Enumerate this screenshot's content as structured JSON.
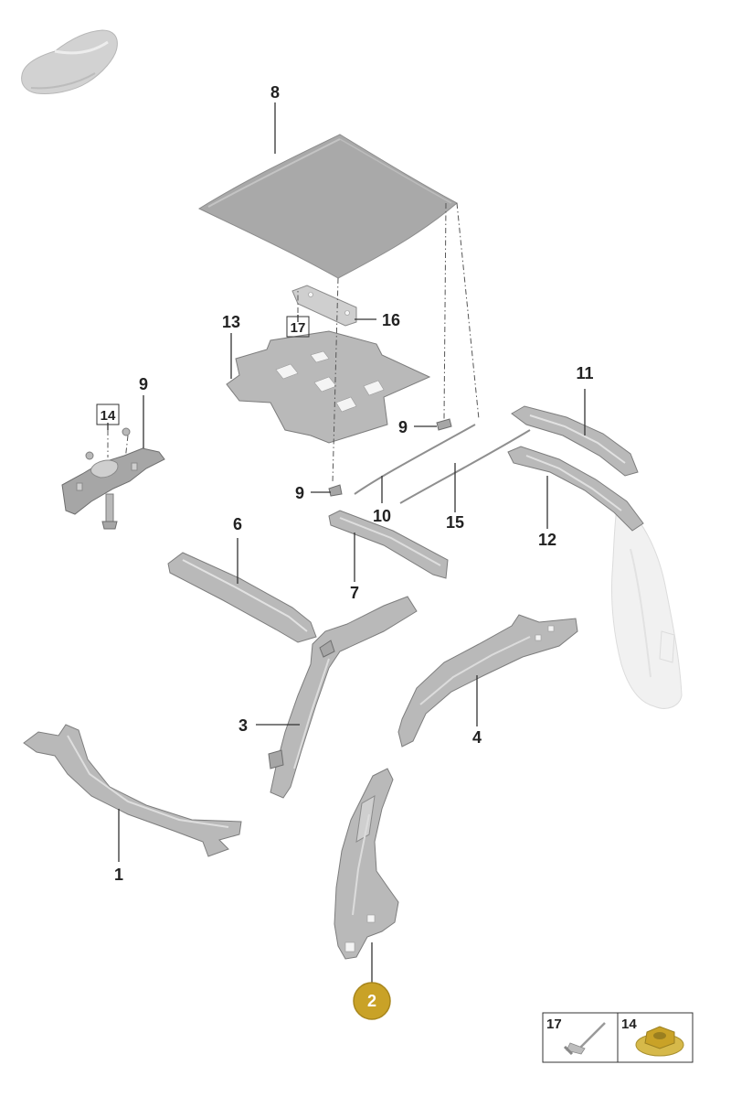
{
  "callouts": {
    "c1": "1",
    "c2": "2",
    "c3": "3",
    "c4": "4",
    "c6": "6",
    "c7": "7",
    "c8": "8",
    "c9a": "9",
    "c9b": "9",
    "c9c": "9",
    "c10": "10",
    "c11": "11",
    "c12": "12",
    "c13": "13",
    "c14": "14",
    "c15": "15",
    "c16": "16",
    "c17": "17"
  },
  "legend": {
    "cell1": "17",
    "cell2": "14"
  },
  "highlight": {
    "color": "#c9a227"
  }
}
